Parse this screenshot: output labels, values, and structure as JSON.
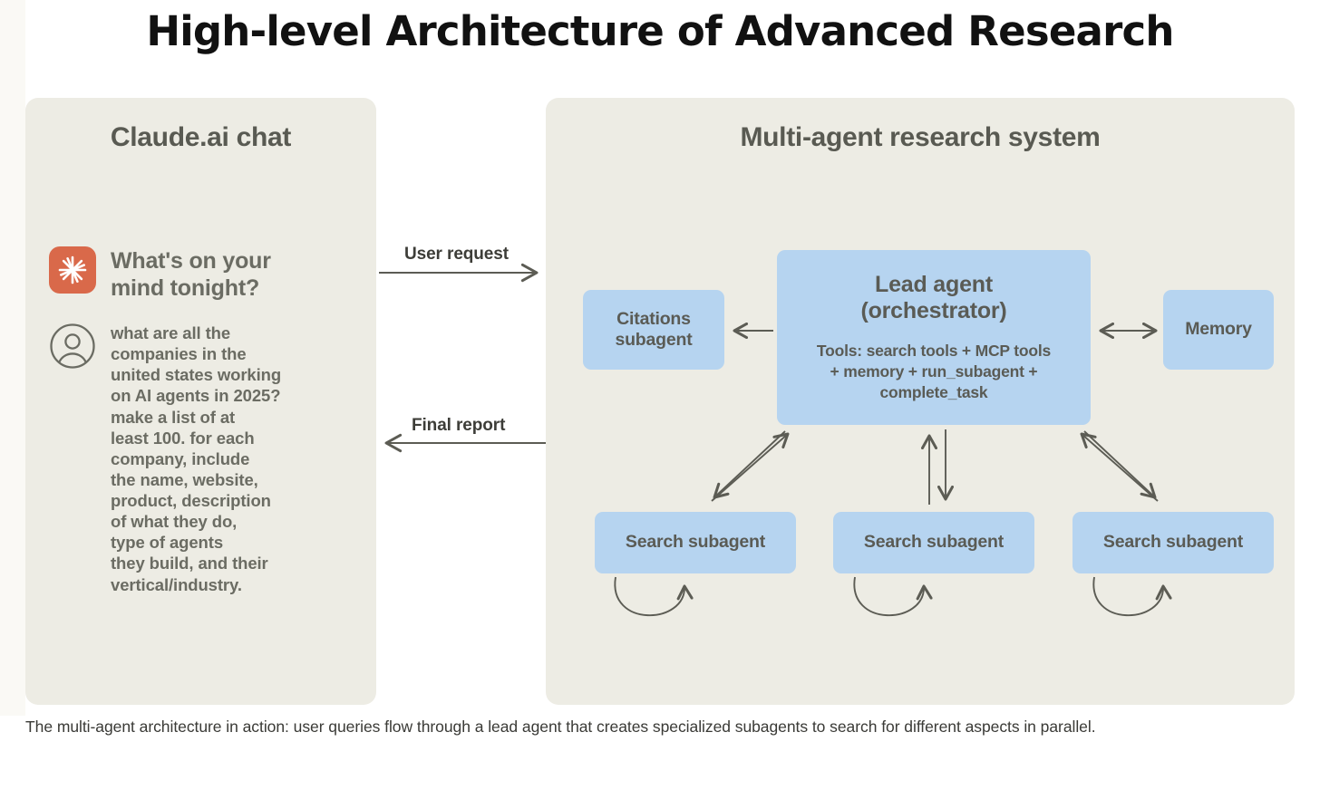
{
  "figure": {
    "title": "High-level Architecture of Advanced Research",
    "caption": "The multi-agent architecture in action: user queries flow through a lead agent that creates specialized subagents to search for different aspects in parallel."
  },
  "colors": {
    "page_background": "#ffffff",
    "panel_background": "#edece4",
    "strip_background": "#faf9f5",
    "agent_box_fill": "#b6d4f0",
    "agent_box_text": "#5a5b55",
    "panel_title_text": "#595a52",
    "claude_logo_background": "#d9694a",
    "connector_stroke": "#5c5c54",
    "title_text": "#111111",
    "caption_text": "#3a3a36"
  },
  "chat_panel": {
    "title": "Claude.ai chat",
    "logo_icon": "claude-starburst-icon",
    "greeting": "What's on your\nmind tonight?",
    "user_icon": "user-avatar-icon",
    "user_message": "what are all the\ncompanies in the\nunited states working\non AI agents in 2025?\nmake a list of at\nleast 100. for each\ncompany, include\nthe name, website,\nproduct, description\nof what they do,\ntype of agents\nthey build, and their\nvertical/industry."
  },
  "flow": {
    "user_request_label": "User request",
    "final_report_label": "Final report",
    "user_request_direction": "right",
    "final_report_direction": "left"
  },
  "system_panel": {
    "title": "Multi-agent research system",
    "lead_agent": {
      "name": "Lead agent\n(orchestrator)",
      "tools": "Tools: search tools + MCP tools\n+ memory + run_subagent +\ncomplete_task"
    },
    "citations_subagent": {
      "label": "Citations\nsubagent"
    },
    "memory": {
      "label": "Memory"
    },
    "search_subagents": [
      {
        "label": "Search subagent"
      },
      {
        "label": "Search subagent"
      },
      {
        "label": "Search subagent"
      }
    ]
  },
  "connectors": [
    {
      "name": "user-request-arrow",
      "from": "chat",
      "to": "lead-agent",
      "style": "single-head-right"
    },
    {
      "name": "final-report-arrow",
      "from": "lead-agent",
      "to": "chat",
      "style": "single-head-left"
    },
    {
      "name": "lead-to-citations-arrow",
      "from": "lead-agent",
      "to": "citations-subagent",
      "style": "single-head-left"
    },
    {
      "name": "lead-memory-arrow",
      "from": "lead-agent",
      "to": "memory",
      "style": "double-head"
    },
    {
      "name": "lead-to-subagent-1-arrow",
      "from": "lead-agent",
      "to": "search-subagent-1",
      "style": "double-diagonal"
    },
    {
      "name": "lead-to-subagent-2-arrow",
      "from": "lead-agent",
      "to": "search-subagent-2",
      "style": "double-vertical"
    },
    {
      "name": "lead-to-subagent-3-arrow",
      "from": "lead-agent",
      "to": "search-subagent-3",
      "style": "double-diagonal"
    },
    {
      "name": "search-subagent-1-self-loop",
      "from": "search-subagent-1",
      "to": "search-subagent-1",
      "style": "self-loop"
    },
    {
      "name": "search-subagent-2-self-loop",
      "from": "search-subagent-2",
      "to": "search-subagent-2",
      "style": "self-loop"
    },
    {
      "name": "search-subagent-3-self-loop",
      "from": "search-subagent-3",
      "to": "search-subagent-3",
      "style": "self-loop"
    }
  ]
}
